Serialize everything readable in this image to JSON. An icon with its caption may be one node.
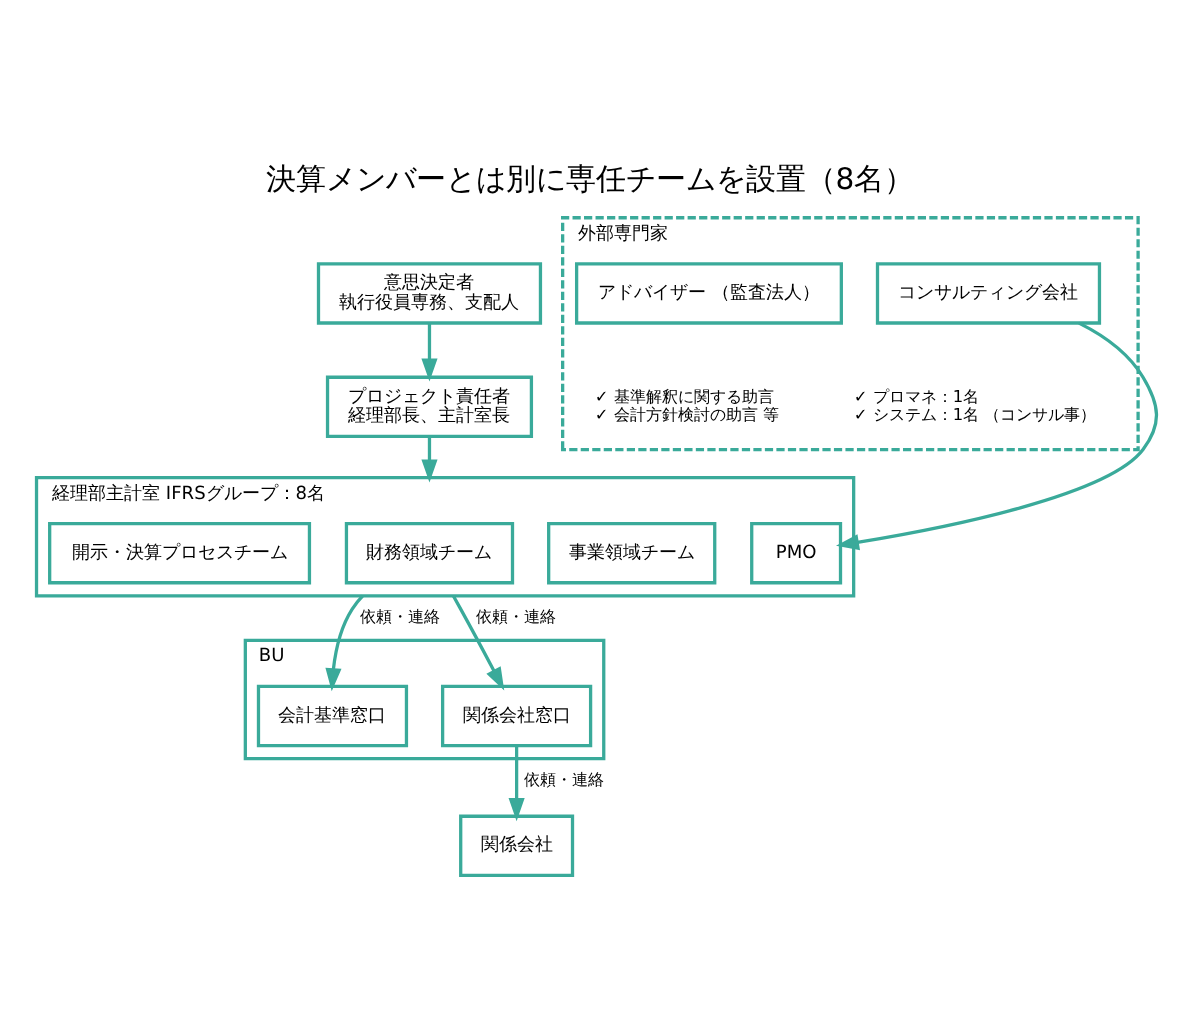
{
  "diagram": {
    "title": "決算メンバーとは別に専任チームを設置（8名）",
    "nodes": [
      {
        "text": [
          "意思決定者",
          "執行役員専務、支配人"
        ]
      },
      {
        "text": [
          "プロジェクト責任者",
          "経理部長、主計室長"
        ]
      },
      {
        "text": [
          "経理部主計室 IFRSグループ：8名"
        ]
      },
      {
        "text": [
          "PMO"
        ],
        "in": 2
      },
      {
        "text": [
          "事業領域チーム"
        ],
        "in": 2
      },
      {
        "text": [
          "財務領域チーム"
        ],
        "in": 2
      },
      {
        "text": [
          "開示・決算プロセスチーム"
        ],
        "in": 2
      },
      {
        "text": [
          "外部専門家"
        ]
      },
      {
        "text": [
          "コンサルティング会社"
        ],
        "in": 7,
        "beside": [
          "✓ プロマネ：1名",
          "✓ システム：1名 （コンサル事）"
        ]
      },
      {
        "text": [
          "アドバイザー （監査法人）"
        ],
        "in": 7,
        "beside": [
          "✓ 基準解釈に関する助言",
          "✓ 会計方針検討の助言 等"
        ]
      },
      {
        "text": [
          "BU"
        ]
      },
      {
        "text": [
          "会計基準窓口"
        ],
        "in": 10
      },
      {
        "text": [
          "関係会社窓口"
        ],
        "in": 10
      },
      {
        "text": [
          "関係会社"
        ]
      }
    ],
    "edges": [
      {
        "from": 0,
        "to": 1,
        "arrow": "to"
      },
      {
        "from": 1,
        "to": 2,
        "arrow": "to"
      },
      {
        "from": 8,
        "to": 3,
        "arrow": "to"
      },
      {
        "from": 2,
        "to": 11,
        "arrow": "to",
        "label": "依頼・連絡"
      },
      {
        "from": 2,
        "to": 12,
        "arrow": "to",
        "label": "依頼・連絡"
      },
      {
        "from": 12,
        "to": 13,
        "arrow": "to",
        "label": "依頼・連絡"
      }
    ]
  }
}
